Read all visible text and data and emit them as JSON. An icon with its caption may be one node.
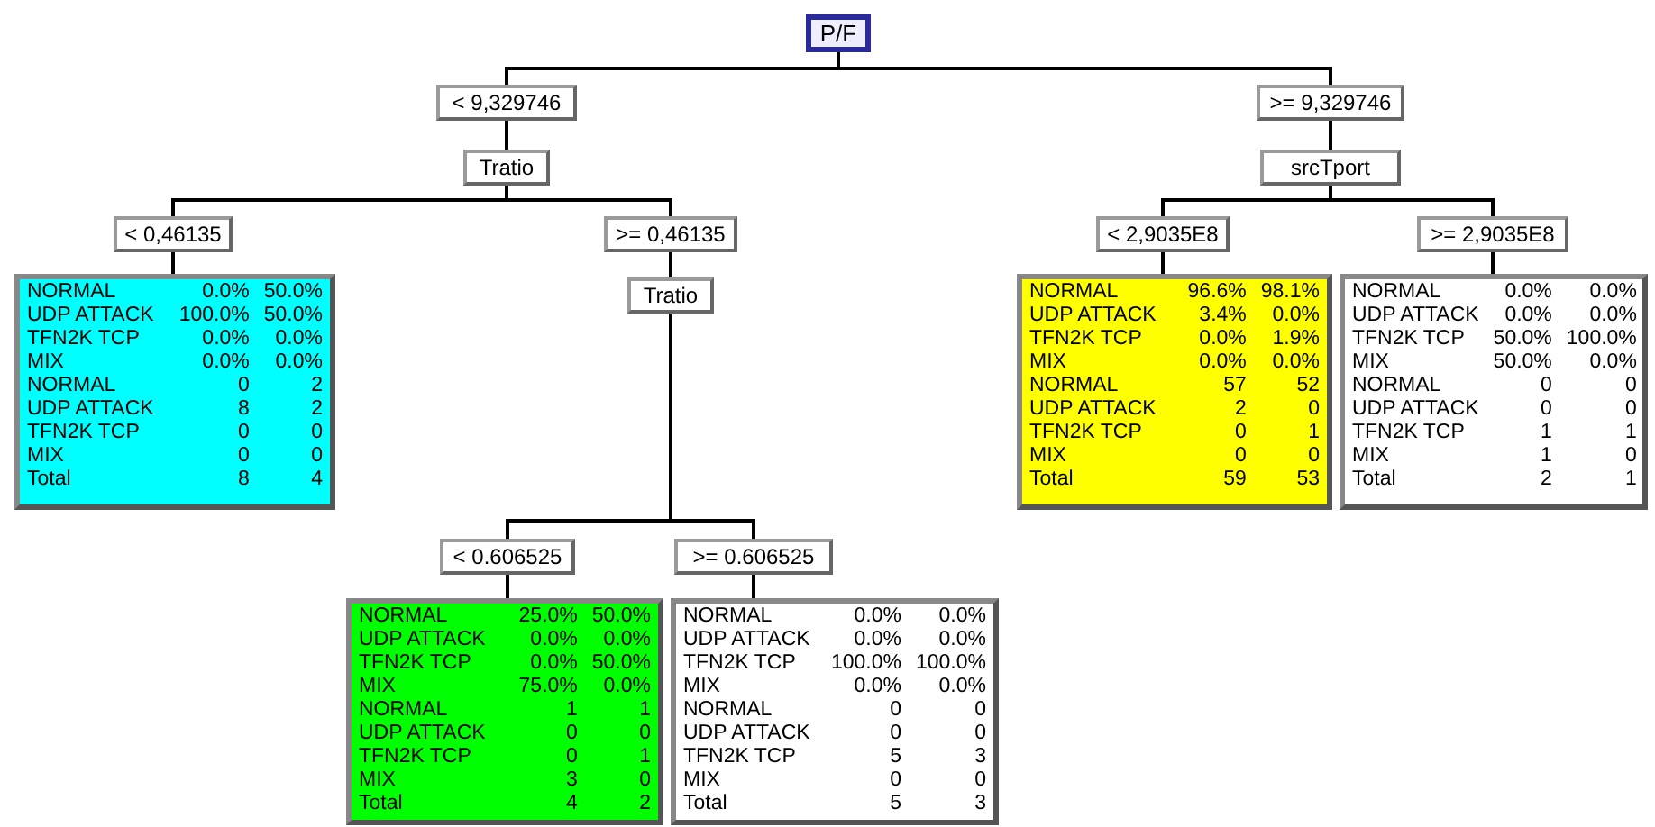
{
  "diagram": {
    "nodes": [
      {
        "text": [
          "P/F"
        ]
      },
      {
        "text": [
          "< 9,329746"
        ]
      },
      {
        "text": [
          ">= 9,329746"
        ]
      },
      {
        "text": [
          "Tratio"
        ]
      },
      {
        "text": [
          "srcTport"
        ]
      },
      {
        "text": [
          "< 0,46135"
        ]
      },
      {
        "text": [
          ">= 0,46135"
        ]
      },
      {
        "text": [
          "< 2,9035E8"
        ]
      },
      {
        "text": [
          ">= 2,9035E8"
        ]
      },
      {
        "text": [
          "NORMAL",
          "0.0%",
          "50.0%",
          "UDP ATTACK",
          "100.0%",
          "50.0%",
          "TFN2K TCP",
          "0.0%",
          "0.0%",
          "MIX",
          "0.0%",
          "0.0%",
          "NORMAL",
          "0",
          "2",
          "UDP ATTACK",
          "8",
          "2",
          "TFN2K TCP",
          "0",
          "0",
          "MIX",
          "0",
          "0",
          "Total",
          "8",
          "4"
        ]
      },
      {
        "text": [
          "Tratio"
        ]
      },
      {
        "text": [
          "NORMAL",
          "96.6%",
          "98.1%",
          "UDP ATTACK",
          "3.4%",
          "0.0%",
          "TFN2K TCP",
          "0.0%",
          "1.9%",
          "MIX",
          "0.0%",
          "0.0%",
          "NORMAL",
          "57",
          "52",
          "UDP ATTACK",
          "2",
          "0",
          "TFN2K TCP",
          "0",
          "1",
          "MIX",
          "0",
          "0",
          "Total",
          "59",
          "53"
        ]
      },
      {
        "text": [
          "NORMAL",
          "0.0%",
          "0.0%",
          "UDP ATTACK",
          "0.0%",
          "0.0%",
          "TFN2K TCP",
          "50.0%",
          "100.0%",
          "MIX",
          "50.0%",
          "0.0%",
          "NORMAL",
          "0",
          "0",
          "UDP ATTACK",
          "0",
          "0",
          "TFN2K TCP",
          "1",
          "1",
          "MIX",
          "1",
          "0",
          "Total",
          "2",
          "1"
        ]
      },
      {
        "text": [
          "< 0.606525"
        ]
      },
      {
        "text": [
          ">= 0.606525"
        ]
      },
      {
        "text": [
          "NORMAL",
          "25.0%",
          "50.0%",
          "UDP ATTACK",
          "0.0%",
          "0.0%",
          "TFN2K TCP",
          "0.0%",
          "50.0%",
          "MIX",
          "75.0%",
          "0.0%",
          "NORMAL",
          "1",
          "1",
          "UDP ATTACK",
          "0",
          "0",
          "TFN2K TCP",
          "0",
          "1",
          "MIX",
          "3",
          "0",
          "Total",
          "4",
          "2"
        ]
      },
      {
        "text": [
          "NORMAL",
          "0.0%",
          "0.0%",
          "UDP ATTACK",
          "0.0%",
          "0.0%",
          "TFN2K TCP",
          "100.0%",
          "100.0%",
          "MIX",
          "0.0%",
          "0.0%",
          "NORMAL",
          "0",
          "0",
          "UDP ATTACK",
          "0",
          "0",
          "TFN2K TCP",
          "5",
          "3",
          "MIX",
          "0",
          "0",
          "Total",
          "5",
          "3"
        ]
      }
    ],
    "edges": [
      {
        "from": 0,
        "to": 1,
        "arrow": "none"
      },
      {
        "from": 0,
        "to": 2,
        "arrow": "none"
      },
      {
        "from": 1,
        "to": 3,
        "arrow": "none"
      },
      {
        "from": 2,
        "to": 4,
        "arrow": "none"
      },
      {
        "from": 3,
        "to": 5,
        "arrow": "none"
      },
      {
        "from": 3,
        "to": 6,
        "arrow": "none"
      },
      {
        "from": 4,
        "to": 7,
        "arrow": "none"
      },
      {
        "from": 4,
        "to": 8,
        "arrow": "none"
      },
      {
        "from": 5,
        "to": 9,
        "arrow": "none"
      },
      {
        "from": 6,
        "to": 10,
        "arrow": "none"
      },
      {
        "from": 7,
        "to": 11,
        "arrow": "none"
      },
      {
        "from": 8,
        "to": 12,
        "arrow": "none"
      },
      {
        "from": 10,
        "to": 13,
        "arrow": "none"
      },
      {
        "from": 10,
        "to": 14,
        "arrow": "none"
      },
      {
        "from": 13,
        "to": 15,
        "arrow": "none"
      },
      {
        "from": 14,
        "to": 16,
        "arrow": "none"
      }
    ]
  }
}
